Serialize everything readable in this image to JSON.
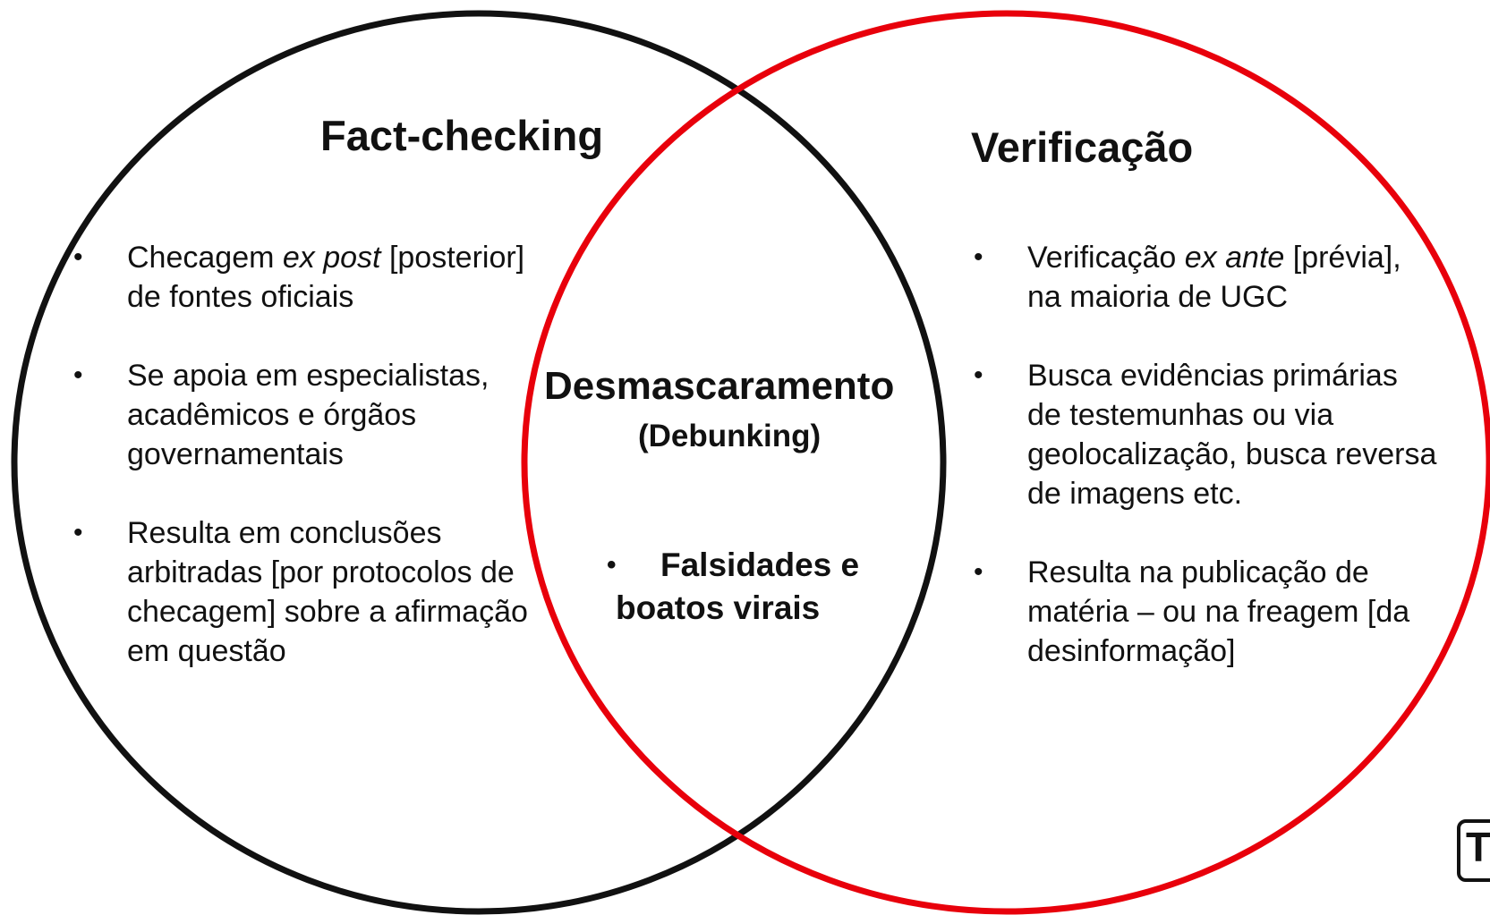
{
  "diagram": {
    "left_set": {
      "title": "Fact-checking",
      "color": "#111111",
      "items": [
        {
          "before": "Checagem ",
          "em": "ex post",
          "after": " [posterior] de fontes oficiais"
        },
        {
          "before": "Se apoia em especialistas, acadêmicos e órgãos governamentais",
          "em": "",
          "after": ""
        },
        {
          "before": "Resulta em conclusões arbitradas [por protocolos de checagem] sobre a afirmação em questão",
          "em": "",
          "after": ""
        }
      ]
    },
    "right_set": {
      "title": "Verificação",
      "color": "#e8000b",
      "items": [
        {
          "before": "Verificação ",
          "em": "ex ante",
          "after": " [prévia], na maioria de UGC"
        },
        {
          "before": "Busca evidências primárias de testemunhas ou via geolocalização, busca reversa de imagens etc.",
          "em": "",
          "after": ""
        },
        {
          "before": "Resulta na publicação de matéria – ou na freagem [da desinformação]",
          "em": "",
          "after": ""
        }
      ]
    },
    "intersection": {
      "title": "Desmascaramento",
      "subtitle": "(Debunking)",
      "items": [
        {
          "line1": "Falsidades e",
          "line2": "boatos virais"
        }
      ]
    },
    "bullet_symbol": "•",
    "logo_letter": "T"
  }
}
